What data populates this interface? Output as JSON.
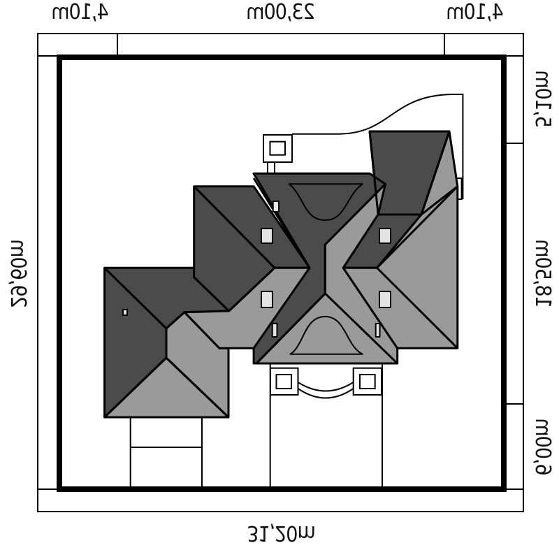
{
  "dimensions": {
    "top": [
      "4,10m",
      "23,00m",
      "4,10m"
    ],
    "right": [
      "5,10m",
      "18,50m",
      "6,00m"
    ],
    "left": "29,60m",
    "bottom": "31,20m"
  },
  "colors": {
    "roof_dark": "#4b4b4b",
    "roof_light": "#9a9a9a",
    "window": "#e4e4e4",
    "line": "#000000"
  }
}
